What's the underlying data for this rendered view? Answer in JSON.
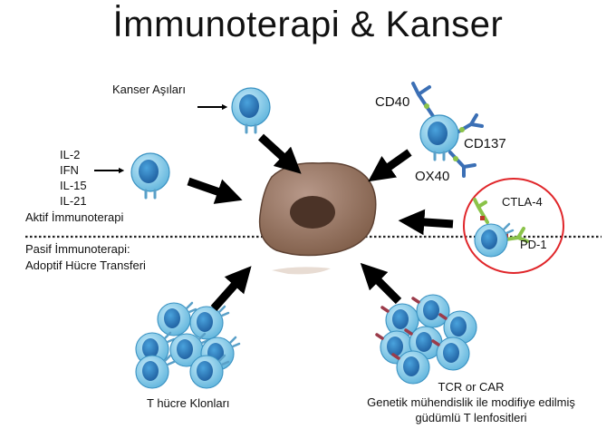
{
  "title": "İmmunoterapi & Kanser",
  "active_section": {
    "cytokines": [
      "IL-2",
      "IFN",
      "IL-15",
      "IL-21"
    ],
    "label": "Aktif İmmunoterapi",
    "vaccines_label": "Kanser Aşıları",
    "costimulatory_receptors": [
      "CD40",
      "CD137",
      "OX40"
    ],
    "checkpoints": [
      "CTLA-4",
      "PD-1"
    ]
  },
  "passive_section": {
    "label_line1": "Pasif İmmunoterapi:",
    "label_line2": "Adoptif Hücre Transferi",
    "clones_label": "T hücre Klonları",
    "engineered_lines": [
      "TCR or CAR",
      "Genetik mühendislik ile modifiye edilmiş",
      "güdümlü T lenfositleri"
    ]
  },
  "colors": {
    "cell_fill": "#7cc6e6",
    "cell_nucleus": "#2a7fc0",
    "tumor_fill": "#9c7a64",
    "tumor_nucleus": "#4b3327",
    "receptor_blue": "#3b6fb5",
    "receptor_green": "#8bc34a",
    "checkpoint_ring": "#e0262a",
    "arrow": "#000000"
  }
}
